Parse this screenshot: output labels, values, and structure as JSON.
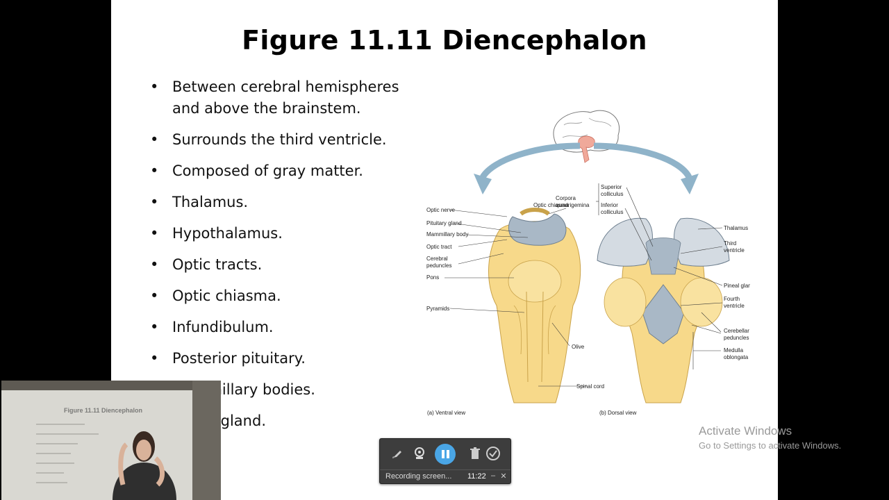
{
  "slide": {
    "title": "Figure 11.11 Diencephalon",
    "bullets": [
      "Between cerebral hemispheres and above the brainstem.",
      "Surrounds the third ventricle.",
      "Composed of gray matter.",
      "Thalamus.",
      "Hypothalamus.",
      "Optic tracts.",
      "Optic chiasma.",
      "Infundibulum.",
      "Posterior pituitary.",
      "Mammillary bodies.",
      "Pineal gland."
    ]
  },
  "figure": {
    "ventral_labels": {
      "optic_nerve": "Optic nerve",
      "optic_chiasma": "Optic chiasma",
      "pituitary_gland": "Pituitary gland",
      "mammillary_body": "Mammillary body",
      "optic_tract": "Optic tract",
      "cerebral_peduncles_1": "Cerebral",
      "cerebral_peduncles_2": "peduncles",
      "pons": "Pons",
      "pyramids": "Pyramids",
      "olive": "Olive",
      "spinal_cord": "Spinal cord"
    },
    "dorsal_labels": {
      "corpora_1": "Corpora",
      "corpora_2": "quadrigemina",
      "superior_1": "Superior",
      "superior_2": "colliculus",
      "inferior_1": "Inferior",
      "inferior_2": "colliculus",
      "thalamus": "Thalamus",
      "third_ventricle_1": "Third",
      "third_ventricle_2": "ventricle",
      "pineal_gland": "Pineal gland",
      "fourth_ventricle_1": "Fourth",
      "fourth_ventricle_2": "ventricle",
      "cerebellar_1": "Cerebellar",
      "cerebellar_2": "peduncles",
      "medulla_1": "Medulla",
      "medulla_2": "oblongata"
    },
    "captions": {
      "ventral": "(a) Ventral view",
      "dorsal": "(b) Dorsal view"
    },
    "colors": {
      "brainstem": "#f7d98a",
      "diencephalon": "#a9b8c6",
      "arrow": "#8fb3c9"
    }
  },
  "watermark": {
    "line1": "Activate Windows",
    "line2": "Go to Settings to activate Windows."
  },
  "webcam": {
    "screen_title": "Figure 11.11 Diencephalon"
  },
  "recorder": {
    "status": "Recording screen...",
    "time": "11:22",
    "icons": [
      "pen-icon",
      "webcam-icon",
      "pause-icon",
      "delete-icon",
      "done-icon"
    ]
  }
}
